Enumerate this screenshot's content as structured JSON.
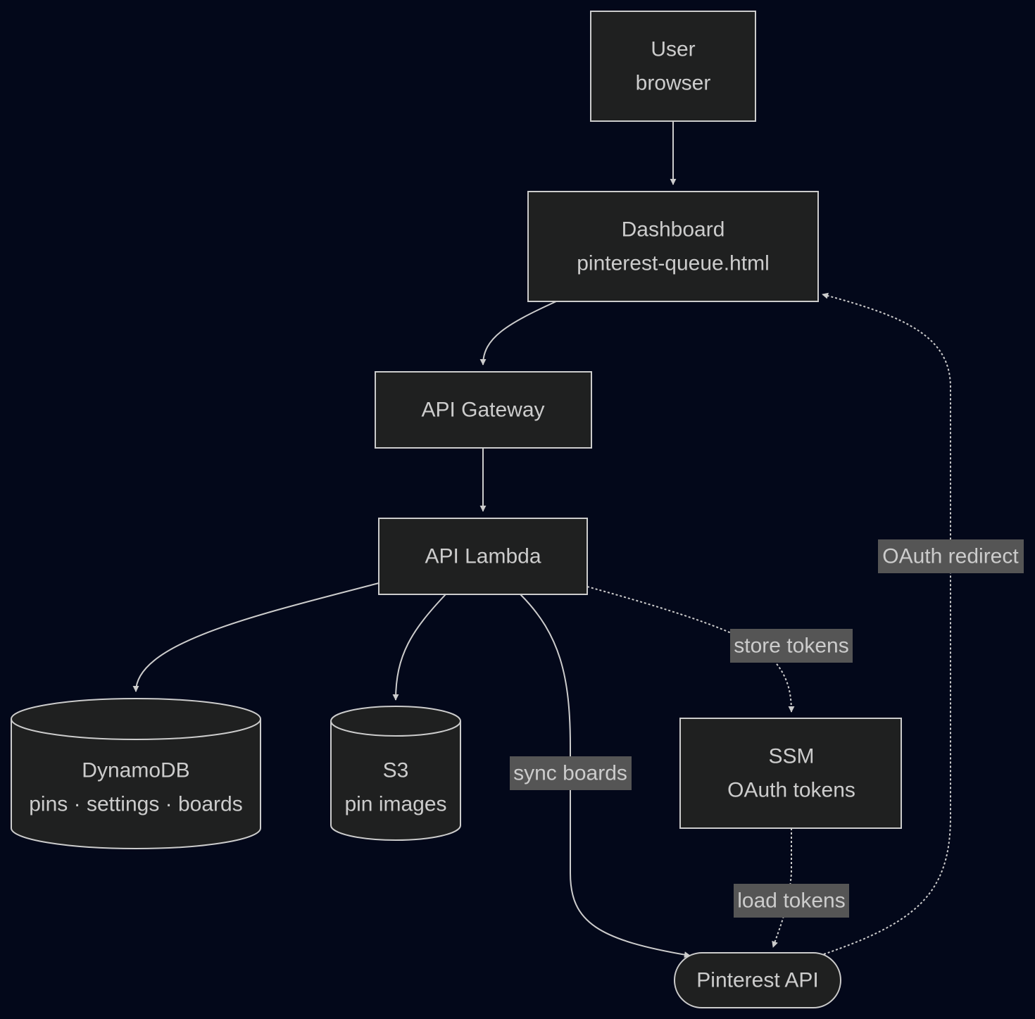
{
  "nodes": {
    "user": {
      "line1": "User",
      "line2": "browser"
    },
    "dashboard": {
      "line1": "Dashboard",
      "line2": "pinterest-queue.html"
    },
    "api_gateway": {
      "label": "API Gateway"
    },
    "api_lambda": {
      "label": "API Lambda"
    },
    "dynamodb": {
      "line1": "DynamoDB",
      "line2": "pins · settings · boards"
    },
    "s3": {
      "line1": "S3",
      "line2": "pin images"
    },
    "ssm": {
      "line1": "SSM",
      "line2": "OAuth tokens"
    },
    "pinterest_api": {
      "label": "Pinterest API"
    }
  },
  "edges": {
    "store_tokens": "store tokens",
    "load_tokens": "load tokens",
    "sync_boards": "sync boards",
    "oauth_redirect": "OAuth redirect"
  },
  "colors": {
    "background": "#03081a",
    "node_fill": "#1f2020",
    "stroke": "#cccccc",
    "text": "#cccccc",
    "edge_label_bg": "#555555"
  }
}
